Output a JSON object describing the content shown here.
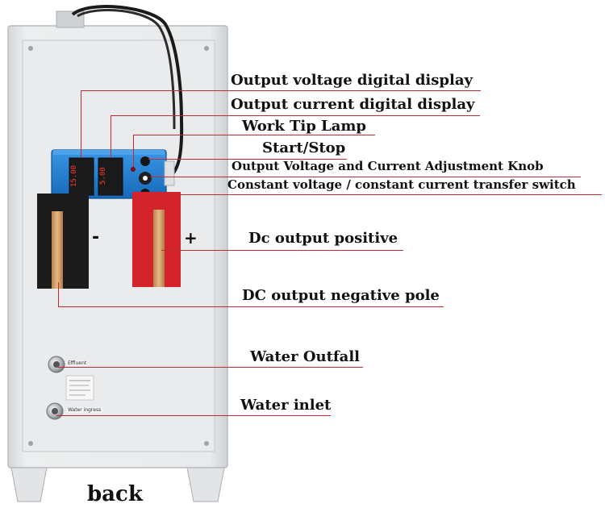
{
  "labels": {
    "voltage_display": "Output voltage digital display",
    "current_display": "Output current digital display",
    "work_tip_lamp": "Work Tip Lamp",
    "start_stop": "Start/Stop",
    "adjust_knob": "Output Voltage and Current Adjustment Knob",
    "cv_cc_switch": "Constant voltage / constant current transfer switch",
    "dc_positive": "Dc output positive",
    "dc_negative": "DC output negative pole",
    "water_outfall": "Water Outfall",
    "water_inlet": "Water inlet"
  },
  "panel_text": {
    "voltage_readout": "15.00",
    "current_readout": "5.00",
    "minus_sign": "-",
    "plus_sign": "+",
    "effluent_tag": "Effluent",
    "inlet_tag": "Water ingress"
  },
  "caption": "back",
  "colors": {
    "cabinet": "#e6e8ea",
    "control_box": "#1e7fd3",
    "leader_line": "#c42a30",
    "positive_bar": "#d3232b",
    "negative_bar": "#1b1b1b",
    "copper": "#d9a56e"
  }
}
